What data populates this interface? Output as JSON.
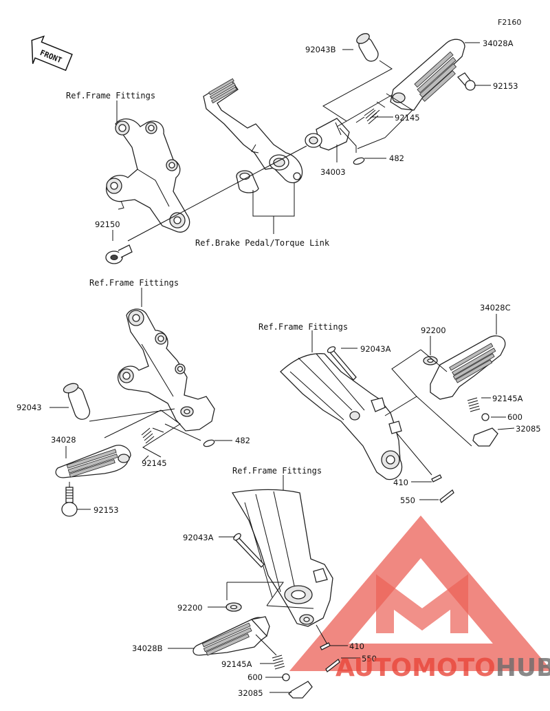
{
  "figure_code": "F2160",
  "front_label": "FRONT",
  "ref_labels": {
    "frame_1": "Ref.Frame Fittings",
    "frame_2": "Ref.Frame Fittings",
    "frame_3": "Ref.Frame Fittings",
    "frame_4": "Ref.Frame Fittings",
    "brake_pedal": "Ref.Brake Pedal/Torque Link"
  },
  "part_labels": {
    "p92043B": "92043B",
    "p34028A": "34028A",
    "p92153_top": "92153",
    "p92145_top": "92145",
    "p482_top": "482",
    "p34003": "34003",
    "p92150": "92150",
    "p92043": "92043",
    "p34028": "34028",
    "p92145_left": "92145",
    "p482_left": "482",
    "p92153_left": "92153",
    "p92043A_right": "92043A",
    "p92200_right": "92200",
    "p34028C": "34028C",
    "p92145A_right": "92145A",
    "p600_right": "600",
    "p32085_right": "32085",
    "p410_right": "410",
    "p550_right": "550",
    "p92043A_bottom": "92043A",
    "p92200_bottom": "92200",
    "p34028B": "34028B",
    "p92145A_bottom": "92145A",
    "p600_bottom": "600",
    "p32085_bottom": "32085",
    "p410_bottom": "410",
    "p550_bottom": "550"
  },
  "watermark": {
    "part1": "AUTO",
    "part2": "MOTO",
    "part3": "HUB",
    "color_red": "#e8463a",
    "color_gray": "#6b6b6b"
  }
}
